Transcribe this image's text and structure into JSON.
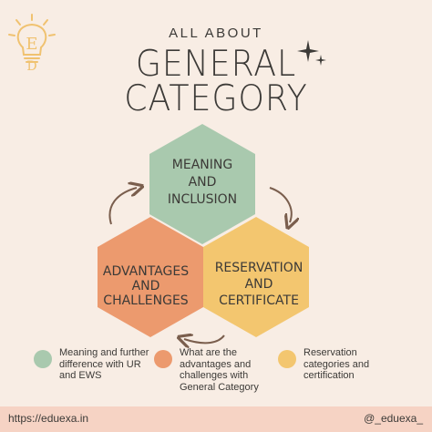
{
  "header": {
    "kicker": "ALL ABOUT",
    "title_line1": "GENERAL",
    "title_line2": "CATEGORY",
    "logo_letters": "ED"
  },
  "diagram": {
    "nodes": [
      {
        "id": "meaning",
        "lines": [
          "MEANING",
          "AND",
          "INCLUSION"
        ],
        "color": "#a9c9ae"
      },
      {
        "id": "advantages",
        "lines": [
          "ADVANTAGES",
          "AND",
          "CHALLENGES"
        ],
        "color": "#ec9a6e"
      },
      {
        "id": "reservation",
        "lines": [
          "RESERVATION",
          "AND",
          "CERTIFICATE"
        ],
        "color": "#f3c66f"
      }
    ],
    "arrow_color": "#7a5e4d"
  },
  "legend": [
    {
      "text": "Meaning and further difference with UR and EWS",
      "color": "#a9c9ae"
    },
    {
      "text": "What are the advantages and challenges with General Category",
      "color": "#ec9a6e"
    },
    {
      "text": "Reservation categories and certification",
      "color": "#f3c66f"
    }
  ],
  "footer": {
    "website": "https://eduexa.in",
    "handle": "@_eduexa_"
  },
  "colors": {
    "background": "#f8ede4",
    "footer_bar": "#f6d3c4",
    "text": "#3c3a37",
    "logo": "#f0c270"
  }
}
